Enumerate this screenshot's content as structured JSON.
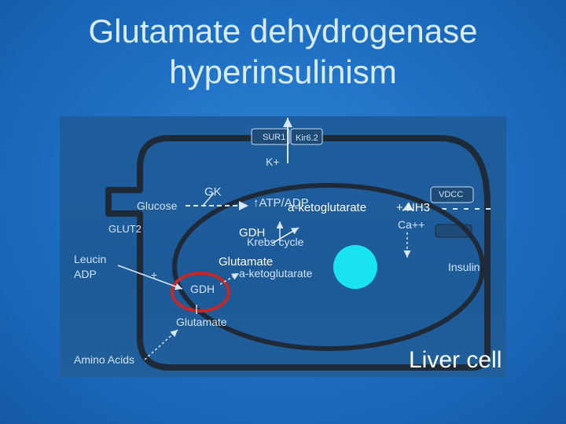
{
  "slide": {
    "title_line1": "Glutamate dehydrogenase",
    "title_line2": "hyperinsulinism",
    "caption": "Liver cell"
  },
  "diagram": {
    "channel_sur1": "SUR1",
    "channel_kir": "Kir6.2",
    "k_plus": "K+",
    "gk": "GK",
    "glucose": "Glucose",
    "glut2": "GLUT2",
    "atp_adp": "↑ATP/ADP",
    "krebs_cycle": "Krebs cycle",
    "alpha_kg_inner": "a-ketoglutarate",
    "gdh_inner": "GDH",
    "glutamate_inner": "Glutamate",
    "leucin": "Leucin",
    "adp": "ADP",
    "plus_sign": "+",
    "gdh_enzyme": "GDH",
    "glutamate_lower": "Glutamate",
    "amino_acids": "Amino Acids",
    "vdcc": "VDCC",
    "ca": "Ca++",
    "insulin": "Insulin"
  },
  "overlay": {
    "alpha_kg_reaction": "a-ketoglutarate",
    "plus_nh3": "+ NH3",
    "gdh_label": "GDH",
    "glutamate_label": "Glutamate"
  },
  "colors": {
    "background": "#1c6cc0",
    "panel": "#1f5e9e",
    "cell_outline": "#1e2a38",
    "highlight_circle": "#c62828",
    "nucleus": "#19e3ef",
    "channel_fill": "#1e4b78"
  }
}
